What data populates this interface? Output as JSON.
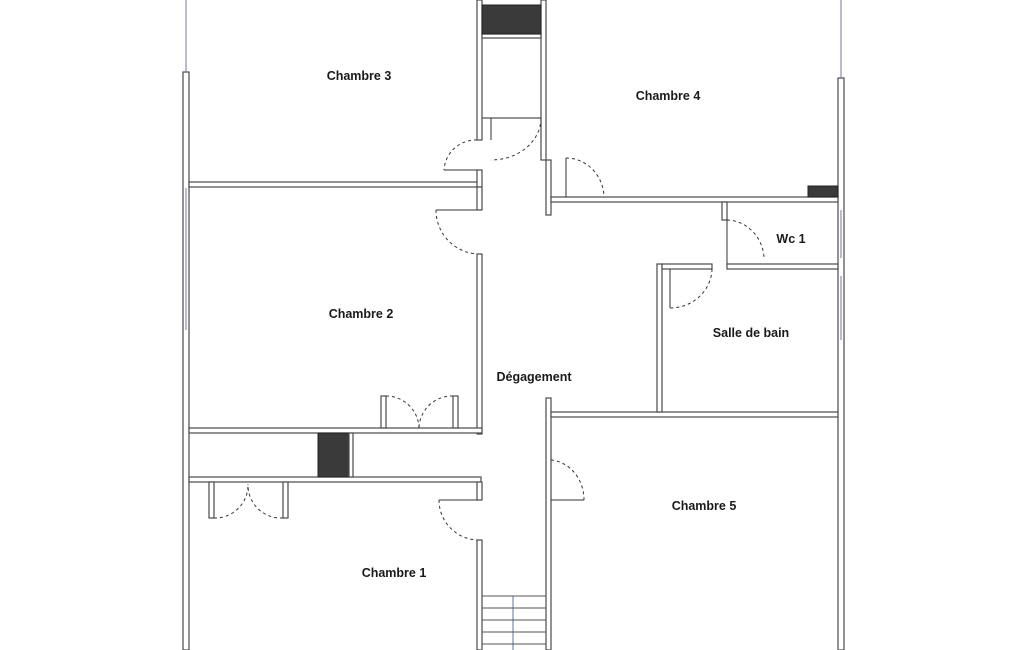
{
  "plan": {
    "rooms": {
      "chambre3": "Chambre 3",
      "chambre4": "Chambre 4",
      "chambre2": "Chambre 2",
      "wc1": "Wc 1",
      "salle_de_bain": "Salle de bain",
      "degagement": "Dégagement",
      "chambre5": "Chambre 5",
      "chambre1": "Chambre 1"
    }
  }
}
